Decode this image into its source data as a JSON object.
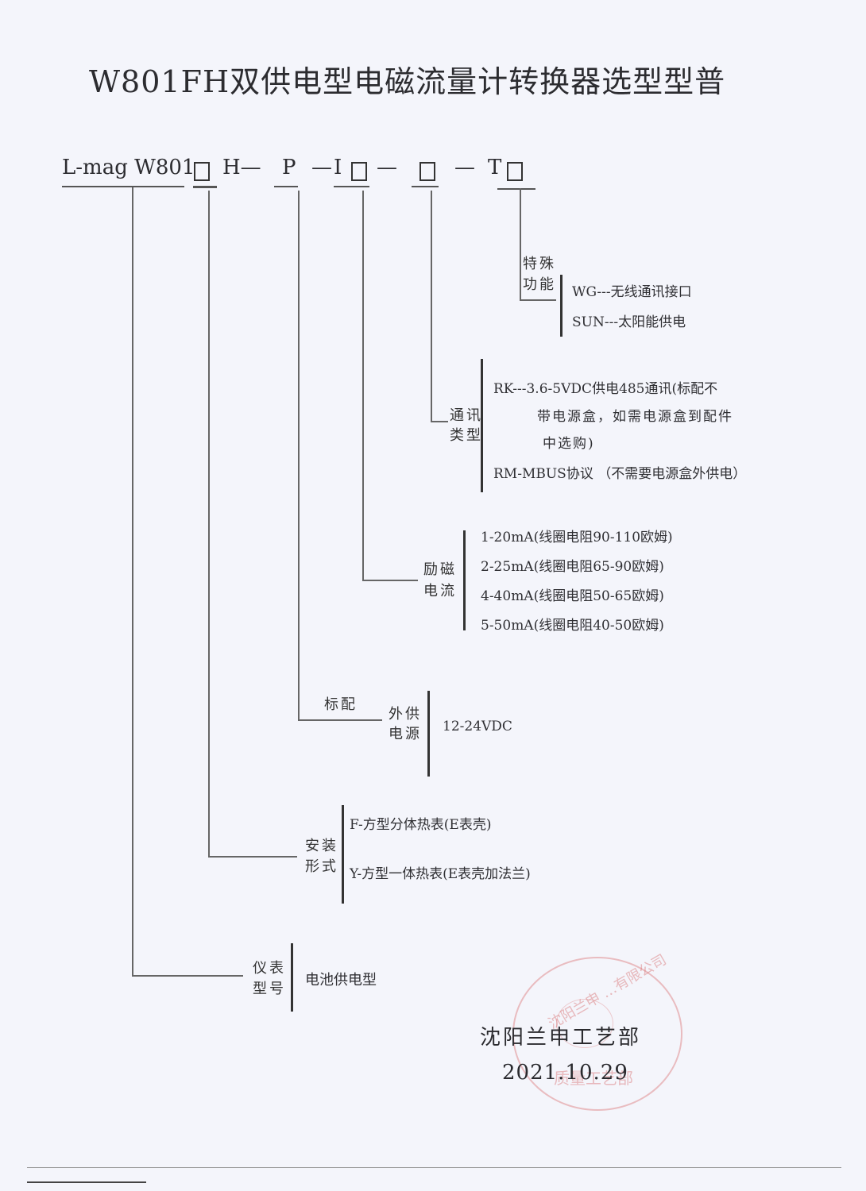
{
  "title": "W801FH双供电型电磁流量计转换器选型型普",
  "model_code": {
    "prefix": "L-mag W801",
    "seg_h": "H—",
    "seg_p": "P",
    "dash1": "—",
    "seg_i": "I",
    "dash2": "—",
    "dash3": "—",
    "seg_t": "T"
  },
  "branches": {
    "special_function": {
      "label_line1": "特殊",
      "label_line2": "功能",
      "options": [
        "WG---无线通讯接口",
        "SUN---太阳能供电"
      ]
    },
    "communication_type": {
      "label_line1": "通讯",
      "label_line2": "类型",
      "options": [
        "RK---3.6-5VDC供电485通讯(标配不",
        "带电源盒，如需电源盒到配件",
        "中选购)",
        "RM-MBUS协议 （不需要电源盒外供电）"
      ]
    },
    "excitation_current": {
      "label_line1": "励磁",
      "label_line2": "电流",
      "options": [
        "1-20mA(线圈电阻90-110欧姆)",
        "2-25mA(线圈电阻65-90欧姆)",
        "4-40mA(线圈电阻50-65欧姆)",
        "5-50mA(线圈电阻40-50欧姆)"
      ]
    },
    "external_power": {
      "note": "标配",
      "label_line1": "外供",
      "label_line2": "电源",
      "options": [
        "12-24VDC"
      ]
    },
    "installation_form": {
      "label_line1": "安装",
      "label_line2": "形式",
      "options": [
        "F-方型分体热表(E表壳)",
        "Y-方型一体热表(E表壳加法兰)"
      ]
    },
    "instrument_model": {
      "label_line1": "仪表",
      "label_line2": "型号",
      "options": [
        "电池供电型"
      ]
    }
  },
  "signature": {
    "department": "沈阳兰申工艺部",
    "date": "2021.10.29"
  },
  "stamp": {
    "top_text": "沈阳兰申 …有限公司",
    "bottom_text": "质量工艺部"
  },
  "colors": {
    "paper": "#f4f5fb",
    "ink": "#2a2a2e",
    "stamp": "#d87070"
  }
}
